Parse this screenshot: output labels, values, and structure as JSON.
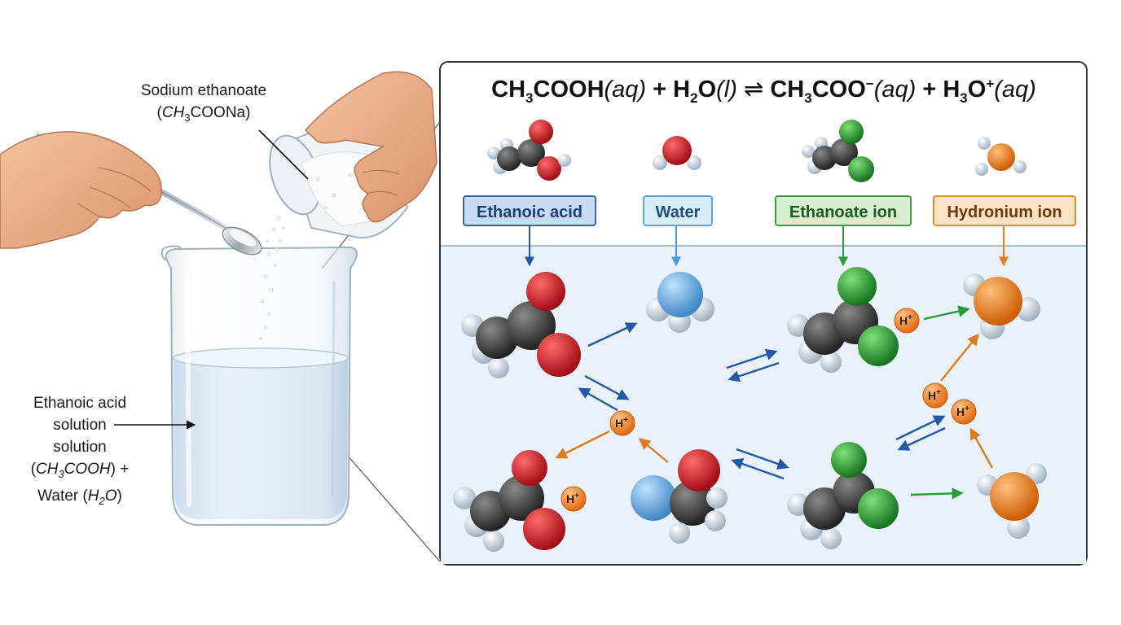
{
  "left_panel": {
    "salt_label_line1": "Sodium ethanoate",
    "salt_label_line2_a": "(",
    "salt_label_line2_formula": "CH",
    "salt_label_line2_sub": "3",
    "salt_label_line2_b": "COONa)",
    "solution_label_line1": "Ethanoic acid",
    "solution_label_line2": "solution",
    "solution_label_line3": "solution",
    "solution_label_line4_a": "(",
    "solution_label_line4_formula_a": "CH",
    "solution_label_line4_sub": "3",
    "solution_label_line4_formula_b": "COOH",
    "solution_label_line4_b": ") +",
    "solution_label_line5_a": "Water (",
    "solution_label_line5_formula": "H",
    "solution_label_line5_sub": "2",
    "solution_label_line5_formula_b": "O",
    "solution_label_line5_b": ")"
  },
  "equation": {
    "r1_a": "CH",
    "r1_sub": "3",
    "r1_b": "COOH",
    "r1_state": "(aq)",
    "plus1": " + ",
    "r2_a": "H",
    "r2_sub": "2",
    "r2_b": "O",
    "r2_state": "(l)",
    "arrow": " ⇌ ",
    "p1_a": "CH",
    "p1_sub": "3",
    "p1_b": "COO",
    "p1_sup": "−",
    "p1_state": "(aq)",
    "plus2": " + ",
    "p2_a": "H",
    "p2_sub": "3",
    "p2_b": "O",
    "p2_sup": "+",
    "p2_state": "(aq)"
  },
  "species": [
    {
      "label": "Ethanoic acid",
      "bg": "#c9dbf3",
      "border": "#3566b0",
      "text": "#1d3e78"
    },
    {
      "label": "Water",
      "bg": "#d9ecfa",
      "border": "#5aa6dc",
      "text": "#1f4f75"
    },
    {
      "label": "Ethanoate ion",
      "bg": "#d6efd3",
      "border": "#3f9b3f",
      "text": "#1f5a1f"
    },
    {
      "label": "Hydronium ion",
      "bg": "#fde3c4",
      "border": "#e58a2a",
      "text": "#6b3a06"
    }
  ],
  "hplus": {
    "base": "H",
    "sup": "+"
  },
  "colors": {
    "carbon": "#3a3a3a",
    "oxygen": "#d0202a",
    "hydrogen": "#dfe6ee",
    "water_blue": "#6fb2e6",
    "ethanoate_green": "#2fa23a",
    "hydronium_orange": "#f07f1c",
    "arrow_blue": "#2358a8",
    "arrow_green": "#2a9a3a",
    "arrow_orange": "#e07b20",
    "panel_border": "#333333",
    "solution_bg": "#e9f2fb"
  }
}
